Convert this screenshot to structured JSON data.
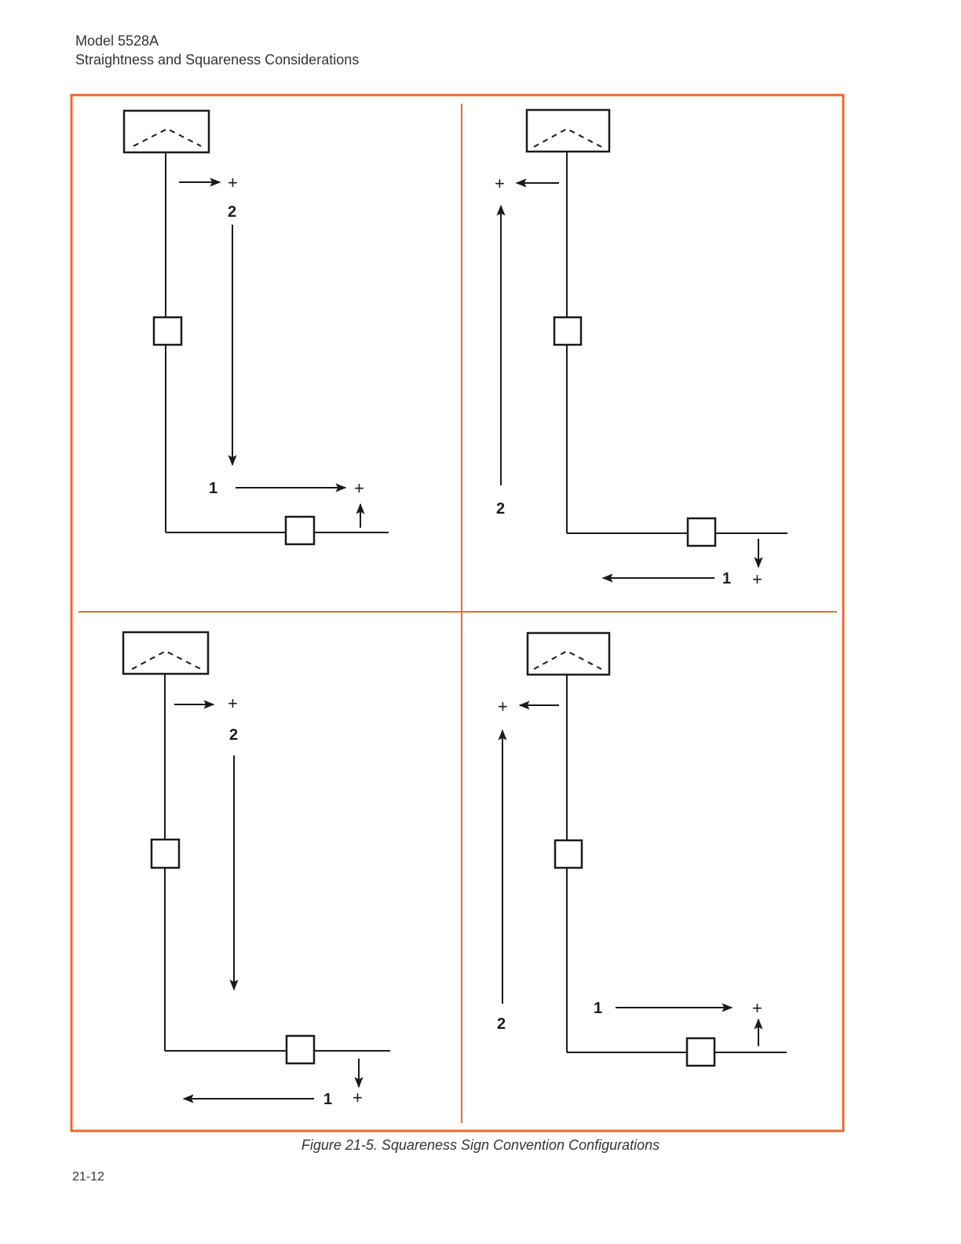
{
  "header": {
    "model": "Model 5528A",
    "section": "Straightness and Squareness Considerations"
  },
  "figure": {
    "caption": "Figure 21-5. Squareness Sign Convention Configurations",
    "border_color": "#e8692c",
    "panels": [
      {
        "label_1": "1",
        "label_2": "2",
        "plus_top": "+",
        "plus_bottom": "+"
      },
      {
        "label_1": "1",
        "label_2": "2",
        "plus_top": "+",
        "plus_bottom": "+"
      },
      {
        "label_1": "1",
        "label_2": "2",
        "plus_top": "+",
        "plus_bottom": "+"
      },
      {
        "label_1": "1",
        "label_2": "2",
        "plus_top": "+",
        "plus_bottom": "+"
      }
    ]
  },
  "footer": {
    "page_number": "21-12"
  }
}
